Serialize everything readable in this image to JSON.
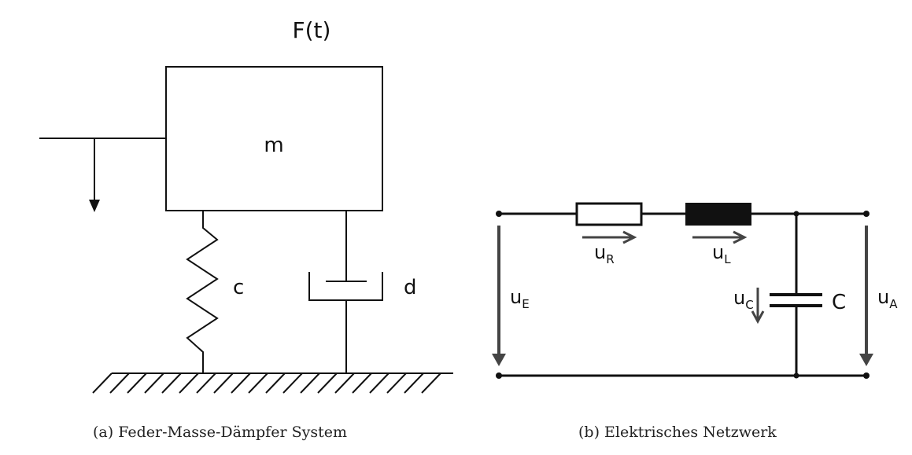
{
  "colors": {
    "line": "#111111",
    "arrow": "#444444",
    "inductor_fill": "#111111",
    "background": "#ffffff"
  },
  "mechanical": {
    "force_label": "F(t)",
    "mass_label": "m",
    "spring_label": "c",
    "damper_label": "d",
    "caption": "(a) Feder-Masse-Dämpfer System"
  },
  "electrical": {
    "uE": {
      "main": "u",
      "sub": "E"
    },
    "uR": {
      "main": "u",
      "sub": "R"
    },
    "uL": {
      "main": "u",
      "sub": "L"
    },
    "uC": {
      "main": "u",
      "sub": "C"
    },
    "uA": {
      "main": "u",
      "sub": "A"
    },
    "capacitor_label": "C",
    "caption": "(b) Elektrisches Netzwerk"
  }
}
